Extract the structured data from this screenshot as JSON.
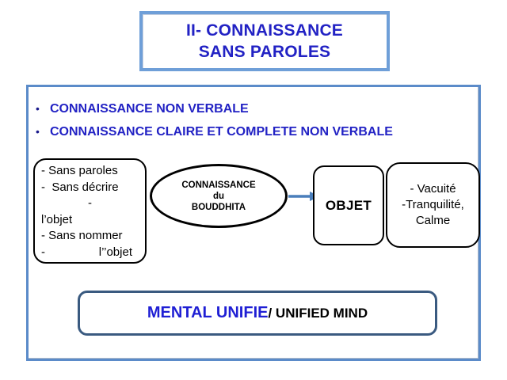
{
  "colors": {
    "accent-blue": "#2222c4",
    "title-border": "#6f9fd8",
    "frame-border": "#5b8bc9",
    "arrow-blue": "#4a7ebb",
    "mental-border": "#3a5a80",
    "shape-border": "#000000",
    "bullet-dot": "#1a1a8c"
  },
  "title": {
    "line1": "II- CONNAISSANCE",
    "line2": "SANS PAROLES"
  },
  "bullets": [
    "CONNAISSANCE NON VERBALE",
    "CONNAISSANCE CLAIRE ET COMPLETE NON VERBALE"
  ],
  "bullet_glyph": "•",
  "left_box": {
    "line1": "- Sans paroles",
    "line2": "-  Sans décrire",
    "line3": "-",
    "line4": "l’objet",
    "line5": "- Sans nommer",
    "line6_dash": "-",
    "line6_text": "l’’objet"
  },
  "ellipse": {
    "line1": "CONNAISSANCE",
    "line2": "du",
    "line3": "BOUDDHITA"
  },
  "object_box": {
    "label": "OBJET"
  },
  "result_box": {
    "line1": "- Vacuité",
    "line2": "-Tranquilité,",
    "line3": "Calme"
  },
  "mental_box": {
    "primary": "MENTAL UNIFIE",
    "secondary": "/ UNIFIED MIND"
  }
}
